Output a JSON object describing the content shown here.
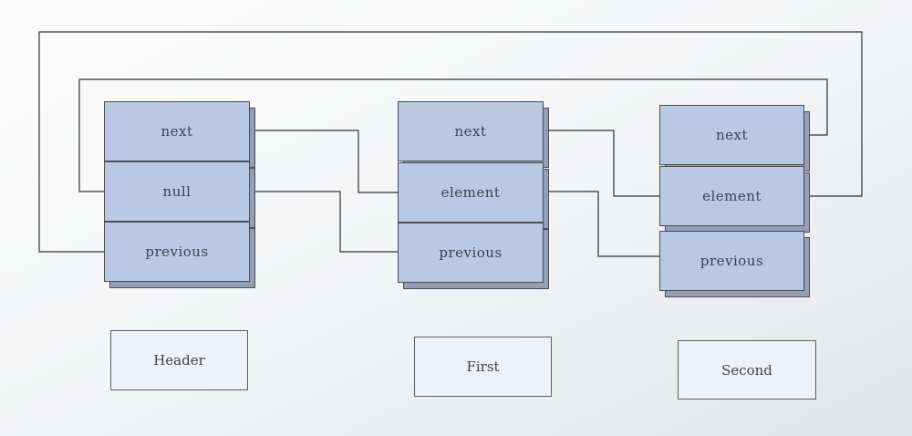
{
  "nodes": [
    {
      "name": "Header",
      "fields": [
        "next",
        "null",
        "previous"
      ]
    },
    {
      "name": "First",
      "fields": [
        "next",
        "element",
        "previous"
      ]
    },
    {
      "name": "Second",
      "fields": [
        "next",
        "element",
        "previous"
      ]
    }
  ],
  "colors": {
    "cell_fill": "#b9c9e4",
    "label_fill": "#eef1f9",
    "line": "#2f3238"
  }
}
